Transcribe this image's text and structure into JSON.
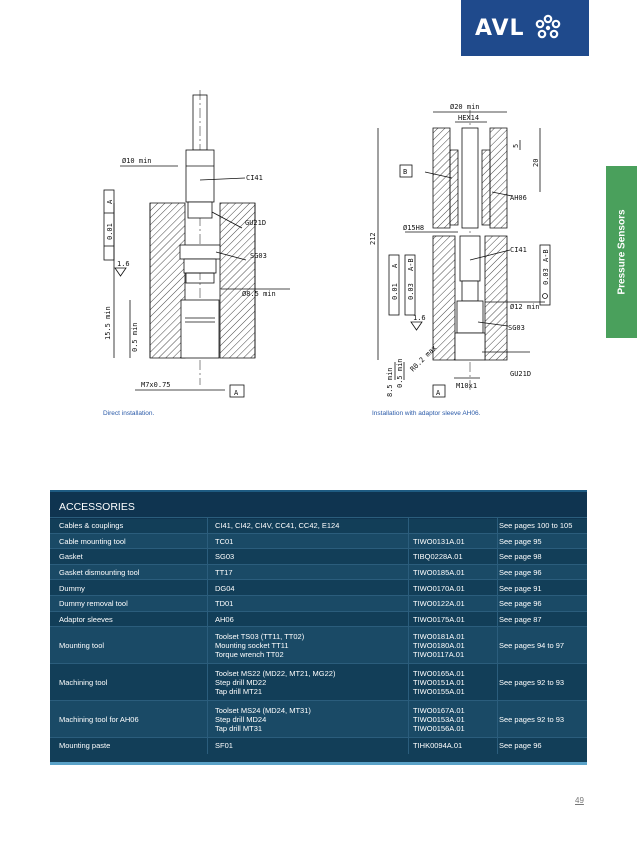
{
  "brand": {
    "logo_text": "AVL",
    "colors": {
      "brand_blue": "#1f4a8c",
      "tab_green": "#4aa05c",
      "table_bg": "#123e58"
    }
  },
  "side_tab": {
    "label": "Pressure Sensors"
  },
  "drawing_left": {
    "labels": {
      "d10": "Ø10 min",
      "ci41": "CI41",
      "gu21d": "GU21D",
      "sg03": "SG03",
      "d85": "Ø8.5 min",
      "rough": "1.6",
      "len155": "15.5 min",
      "len05": "0.5 min",
      "thread": "M7x0.75",
      "datum": "A",
      "tol": "0.01",
      "tolref": "A"
    },
    "caption": "Direct installation."
  },
  "drawing_right": {
    "labels": {
      "d20": "Ø20 min",
      "hex": "HEX14",
      "b": "B",
      "d5": "5",
      "d20v": "20",
      "ah06": "AH06",
      "d15h8": "Ø15H8",
      "d212": "212",
      "ci41": "CI41",
      "d12": "Ø12 min",
      "sg03": "SG03",
      "gu21d": "GU21D",
      "rough": "1.6",
      "len85": "8.5 min",
      "len05": "0.5 min",
      "r02": "R0.2 max",
      "thread": "M10x1",
      "datum": "A",
      "tol1": "0.01",
      "tol1ref": "A",
      "tol2": "0.03",
      "tol2ref": "A-B",
      "tol3": "0.03",
      "tol3ref": "A-B"
    },
    "caption": "Installation with adaptor sleeve AH06."
  },
  "accessories": {
    "title": "ACCESSORIES",
    "rows": [
      {
        "name": "Cables & couplings",
        "item": [
          "CI41, CI42, CI4V, CC41, CC42, E124"
        ],
        "code": [
          ""
        ],
        "page": "See pages 100 to 105"
      },
      {
        "name": "Cable mounting tool",
        "item": [
          "TC01"
        ],
        "code": [
          "TIWO0131A.01"
        ],
        "page": "See page 95"
      },
      {
        "name": "Gasket",
        "item": [
          "SG03"
        ],
        "code": [
          "TIBQ0228A.01"
        ],
        "page": "See page 98"
      },
      {
        "name": "Gasket dismounting tool",
        "item": [
          "TT17"
        ],
        "code": [
          "TIWO0185A.01"
        ],
        "page": "See page 96"
      },
      {
        "name": "Dummy",
        "item": [
          "DG04"
        ],
        "code": [
          "TIWO0170A.01"
        ],
        "page": "See page 91"
      },
      {
        "name": "Dummy removal tool",
        "item": [
          "TD01"
        ],
        "code": [
          "TIWO0122A.01"
        ],
        "page": "See page 96"
      },
      {
        "name": "Adaptor sleeves",
        "item": [
          "AH06"
        ],
        "code": [
          "TIWO0175A.01"
        ],
        "page": "See page 87"
      },
      {
        "name": "Mounting tool",
        "item": [
          "Toolset TS03 (TT11, TT02)",
          "Mounting socket TT11",
          "Torque wrench TT02"
        ],
        "code": [
          "TIWO0181A.01",
          "TIWO0180A.01",
          "TIWO0117A.01"
        ],
        "page": "See pages 94 to 97"
      },
      {
        "name": "Machining tool",
        "item": [
          "Toolset MS22 (MD22, MT21, MG22)",
          "Step drill MD22",
          "Tap drill MT21"
        ],
        "code": [
          "TIWO0165A.01",
          "TIWO0151A.01",
          "TIWO0155A.01"
        ],
        "page": "See pages 92 to 93"
      },
      {
        "name": "Machining tool for AH06",
        "item": [
          "Toolset MS24 (MD24, MT31)",
          "Step drill MD24",
          "Tap drill MT31"
        ],
        "code": [
          "TIWO0167A.01",
          "TIWO0153A.01",
          "TIWO0156A.01"
        ],
        "page": "See pages 92 to 93"
      },
      {
        "name": "Mounting paste",
        "item": [
          "SF01"
        ],
        "code": [
          "TIHK0094A.01"
        ],
        "page": "See page 96"
      }
    ]
  },
  "page_number": "49"
}
